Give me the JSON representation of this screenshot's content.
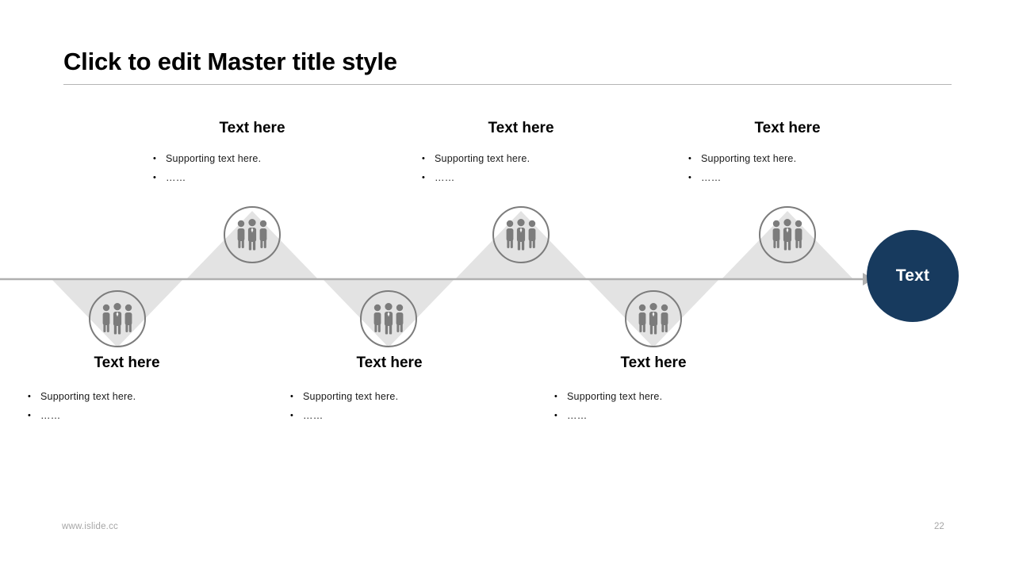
{
  "slide": {
    "title": "Click to edit Master title style",
    "footer_url": "www.islide.cc",
    "page_number": "22",
    "colors": {
      "accent_navy": "#173a5e",
      "icon_gray": "#7c7c7c",
      "triangle_gray": "#e2e2e2",
      "line_gray": "#b0b0b0",
      "footer_gray": "#a6a6a6"
    }
  },
  "end_node": {
    "label": "Text",
    "icon": "filled-circle"
  },
  "timeline": {
    "icon_name": "people-group-icon",
    "nodes": [
      {
        "position": "bottom",
        "icon": "people-group-icon"
      },
      {
        "position": "top",
        "icon": "people-group-icon"
      },
      {
        "position": "bottom",
        "icon": "people-group-icon"
      },
      {
        "position": "top",
        "icon": "people-group-icon"
      },
      {
        "position": "bottom",
        "icon": "people-group-icon"
      },
      {
        "position": "top",
        "icon": "people-group-icon"
      }
    ]
  },
  "blocks": {
    "top": [
      {
        "heading": "Text here",
        "bullets": [
          "Supporting text here.",
          "……"
        ]
      },
      {
        "heading": "Text here",
        "bullets": [
          "Supporting text here.",
          "……"
        ]
      },
      {
        "heading": "Text here",
        "bullets": [
          "Supporting text here.",
          "……"
        ]
      }
    ],
    "bottom": [
      {
        "heading": "Text here",
        "bullets": [
          "Supporting text here.",
          "……"
        ]
      },
      {
        "heading": "Text here",
        "bullets": [
          "Supporting text here.",
          "……"
        ]
      },
      {
        "heading": "Text here",
        "bullets": [
          "Supporting text here.",
          "……"
        ]
      }
    ]
  },
  "bullet_marker": "•"
}
